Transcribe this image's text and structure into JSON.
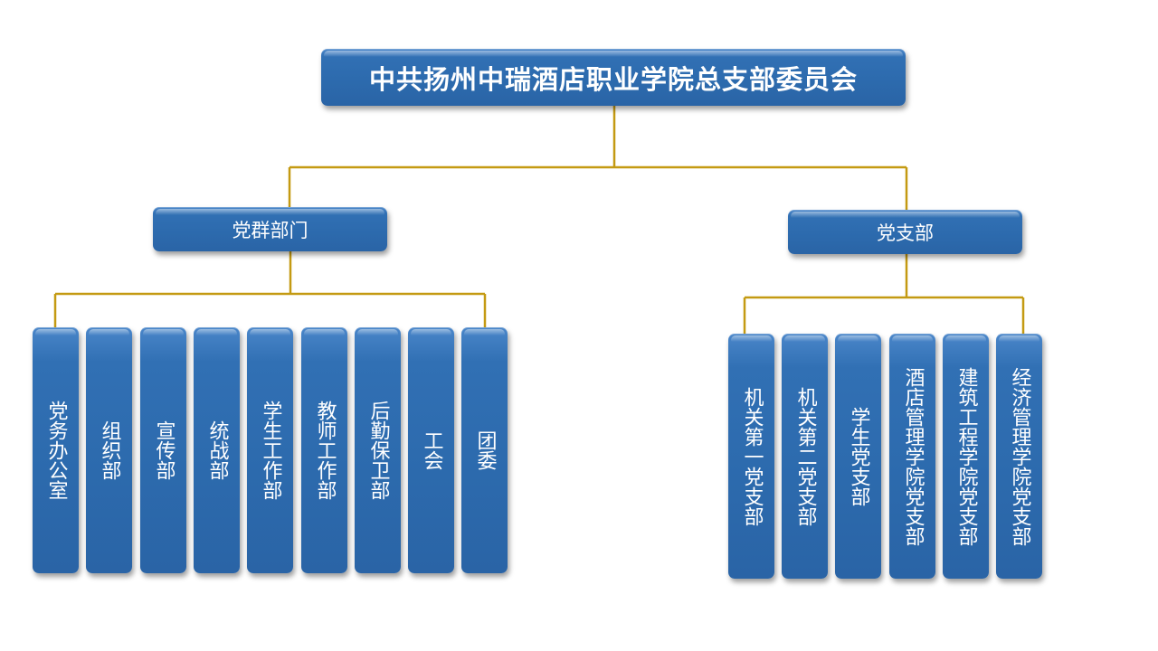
{
  "root": {
    "label": "中共扬州中瑞酒店职业学院总支部委员会"
  },
  "departments": {
    "label": "党群部门",
    "items": [
      {
        "label": "党务办公室"
      },
      {
        "label": "组织部"
      },
      {
        "label": "宣传部"
      },
      {
        "label": "统战部"
      },
      {
        "label": "学生工作部"
      },
      {
        "label": "教师工作部"
      },
      {
        "label": "后勤保卫部"
      },
      {
        "label": "工会"
      },
      {
        "label": "团委"
      }
    ]
  },
  "branches": {
    "label": "党支部",
    "items": [
      {
        "label": "机关第一党支部"
      },
      {
        "label": "机关第二党支部"
      },
      {
        "label": "学生党支部"
      },
      {
        "label": "酒店管理学院党支部"
      },
      {
        "label": "建筑工程学院党支部"
      },
      {
        "label": "经济管理学院党支部"
      }
    ]
  },
  "colors": {
    "box_fill": "#2e6bb0",
    "connector": "#c49a12",
    "text": "#ffffff"
  }
}
